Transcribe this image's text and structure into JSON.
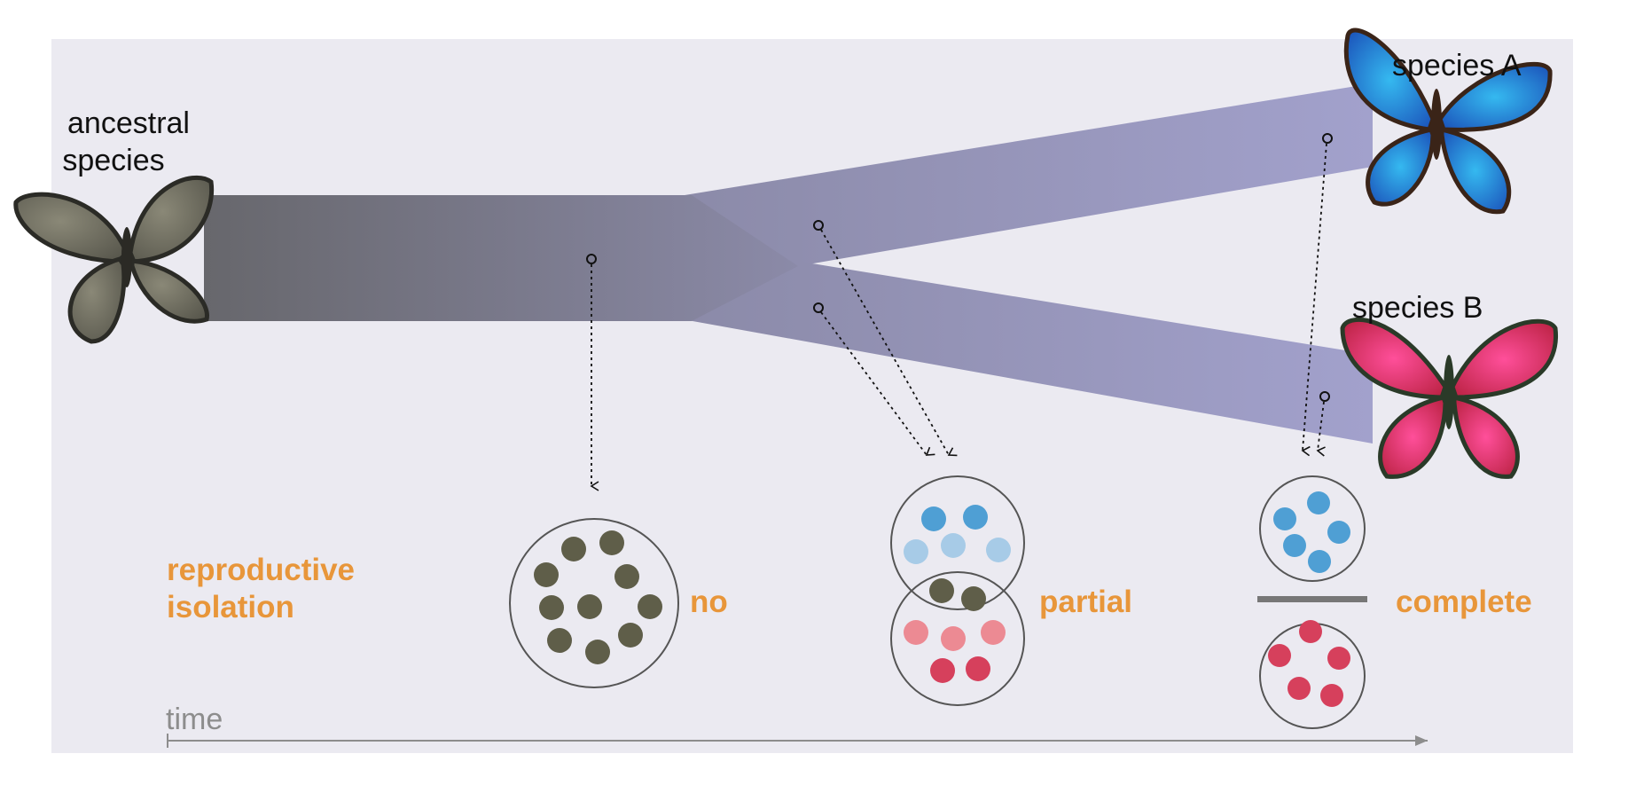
{
  "labels": {
    "ancestral_line1": "ancestral",
    "ancestral_line2": "species",
    "species_a": "species A",
    "species_b": "species B",
    "isolation_line1": "reproductive",
    "isolation_line2": "isolation",
    "stage_no": "no",
    "stage_partial": "partial",
    "stage_complete": "complete",
    "time": "time"
  },
  "colors": {
    "background_panel": "#ebeaf1",
    "ancestral_branch": "#6b6b72",
    "species_branch": "#9c9bc3",
    "ancestral_dot": "#5f5e49",
    "species_a_dot": "#4f9fd4",
    "species_a_dot_light": "#a7cbe7",
    "species_b_dot": "#d6405c",
    "species_b_dot_light": "#ec8a93",
    "label_orange": "#e8963a",
    "time_axis": "#8d8d8d",
    "butterfly_ancestral": "#6f6e5f",
    "butterfly_a": "#2e8fe6",
    "butterfly_b": "#e8426b"
  },
  "icons": [
    "ancestral-butterfly-icon",
    "species-a-butterfly-icon",
    "species-b-butterfly-icon"
  ]
}
